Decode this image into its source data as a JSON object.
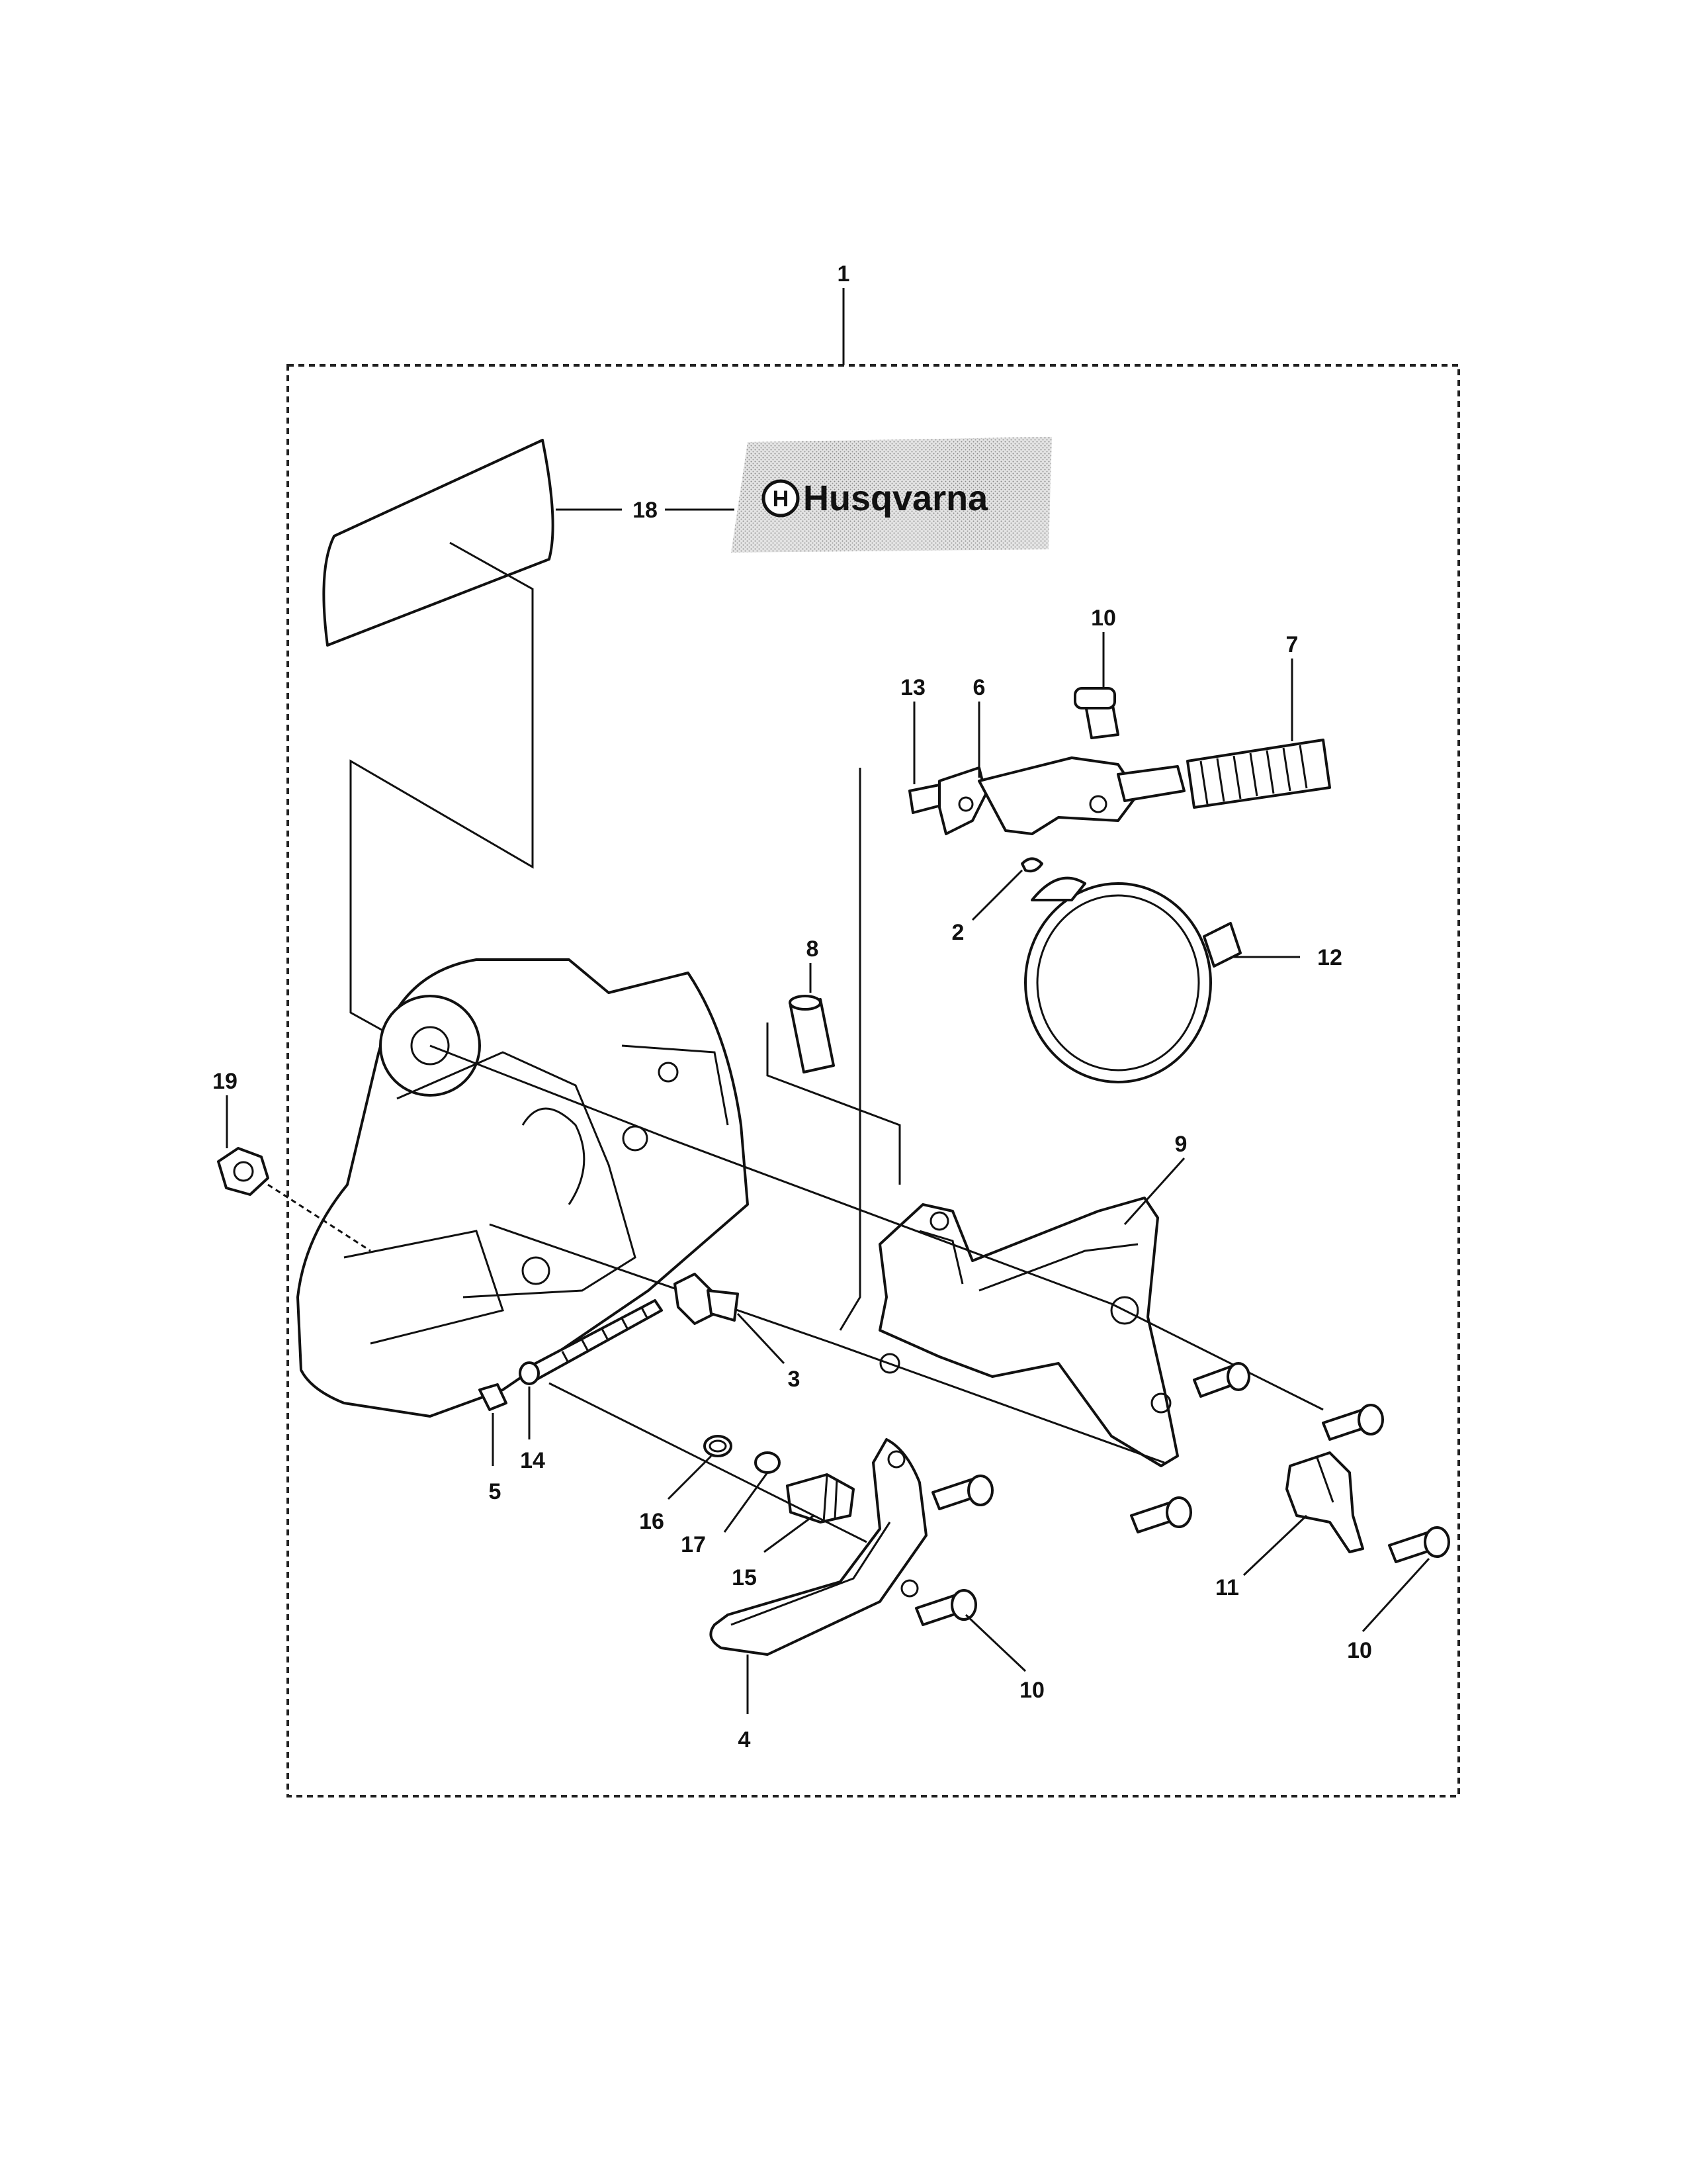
{
  "diagram": {
    "kit_number": "1",
    "callouts": {
      "c1": "1",
      "c2": "2",
      "c3": "3",
      "c4": "4",
      "c5": "5",
      "c6": "6",
      "c7": "7",
      "c8": "8",
      "c9": "9",
      "c10a": "10",
      "c10b": "10",
      "c10c": "10",
      "c11": "11",
      "c12": "12",
      "c13": "13",
      "c14": "14",
      "c15": "15",
      "c16": "16",
      "c17": "17",
      "c18": "18",
      "c19": "19"
    },
    "decal_brand": "Husqvarna"
  }
}
